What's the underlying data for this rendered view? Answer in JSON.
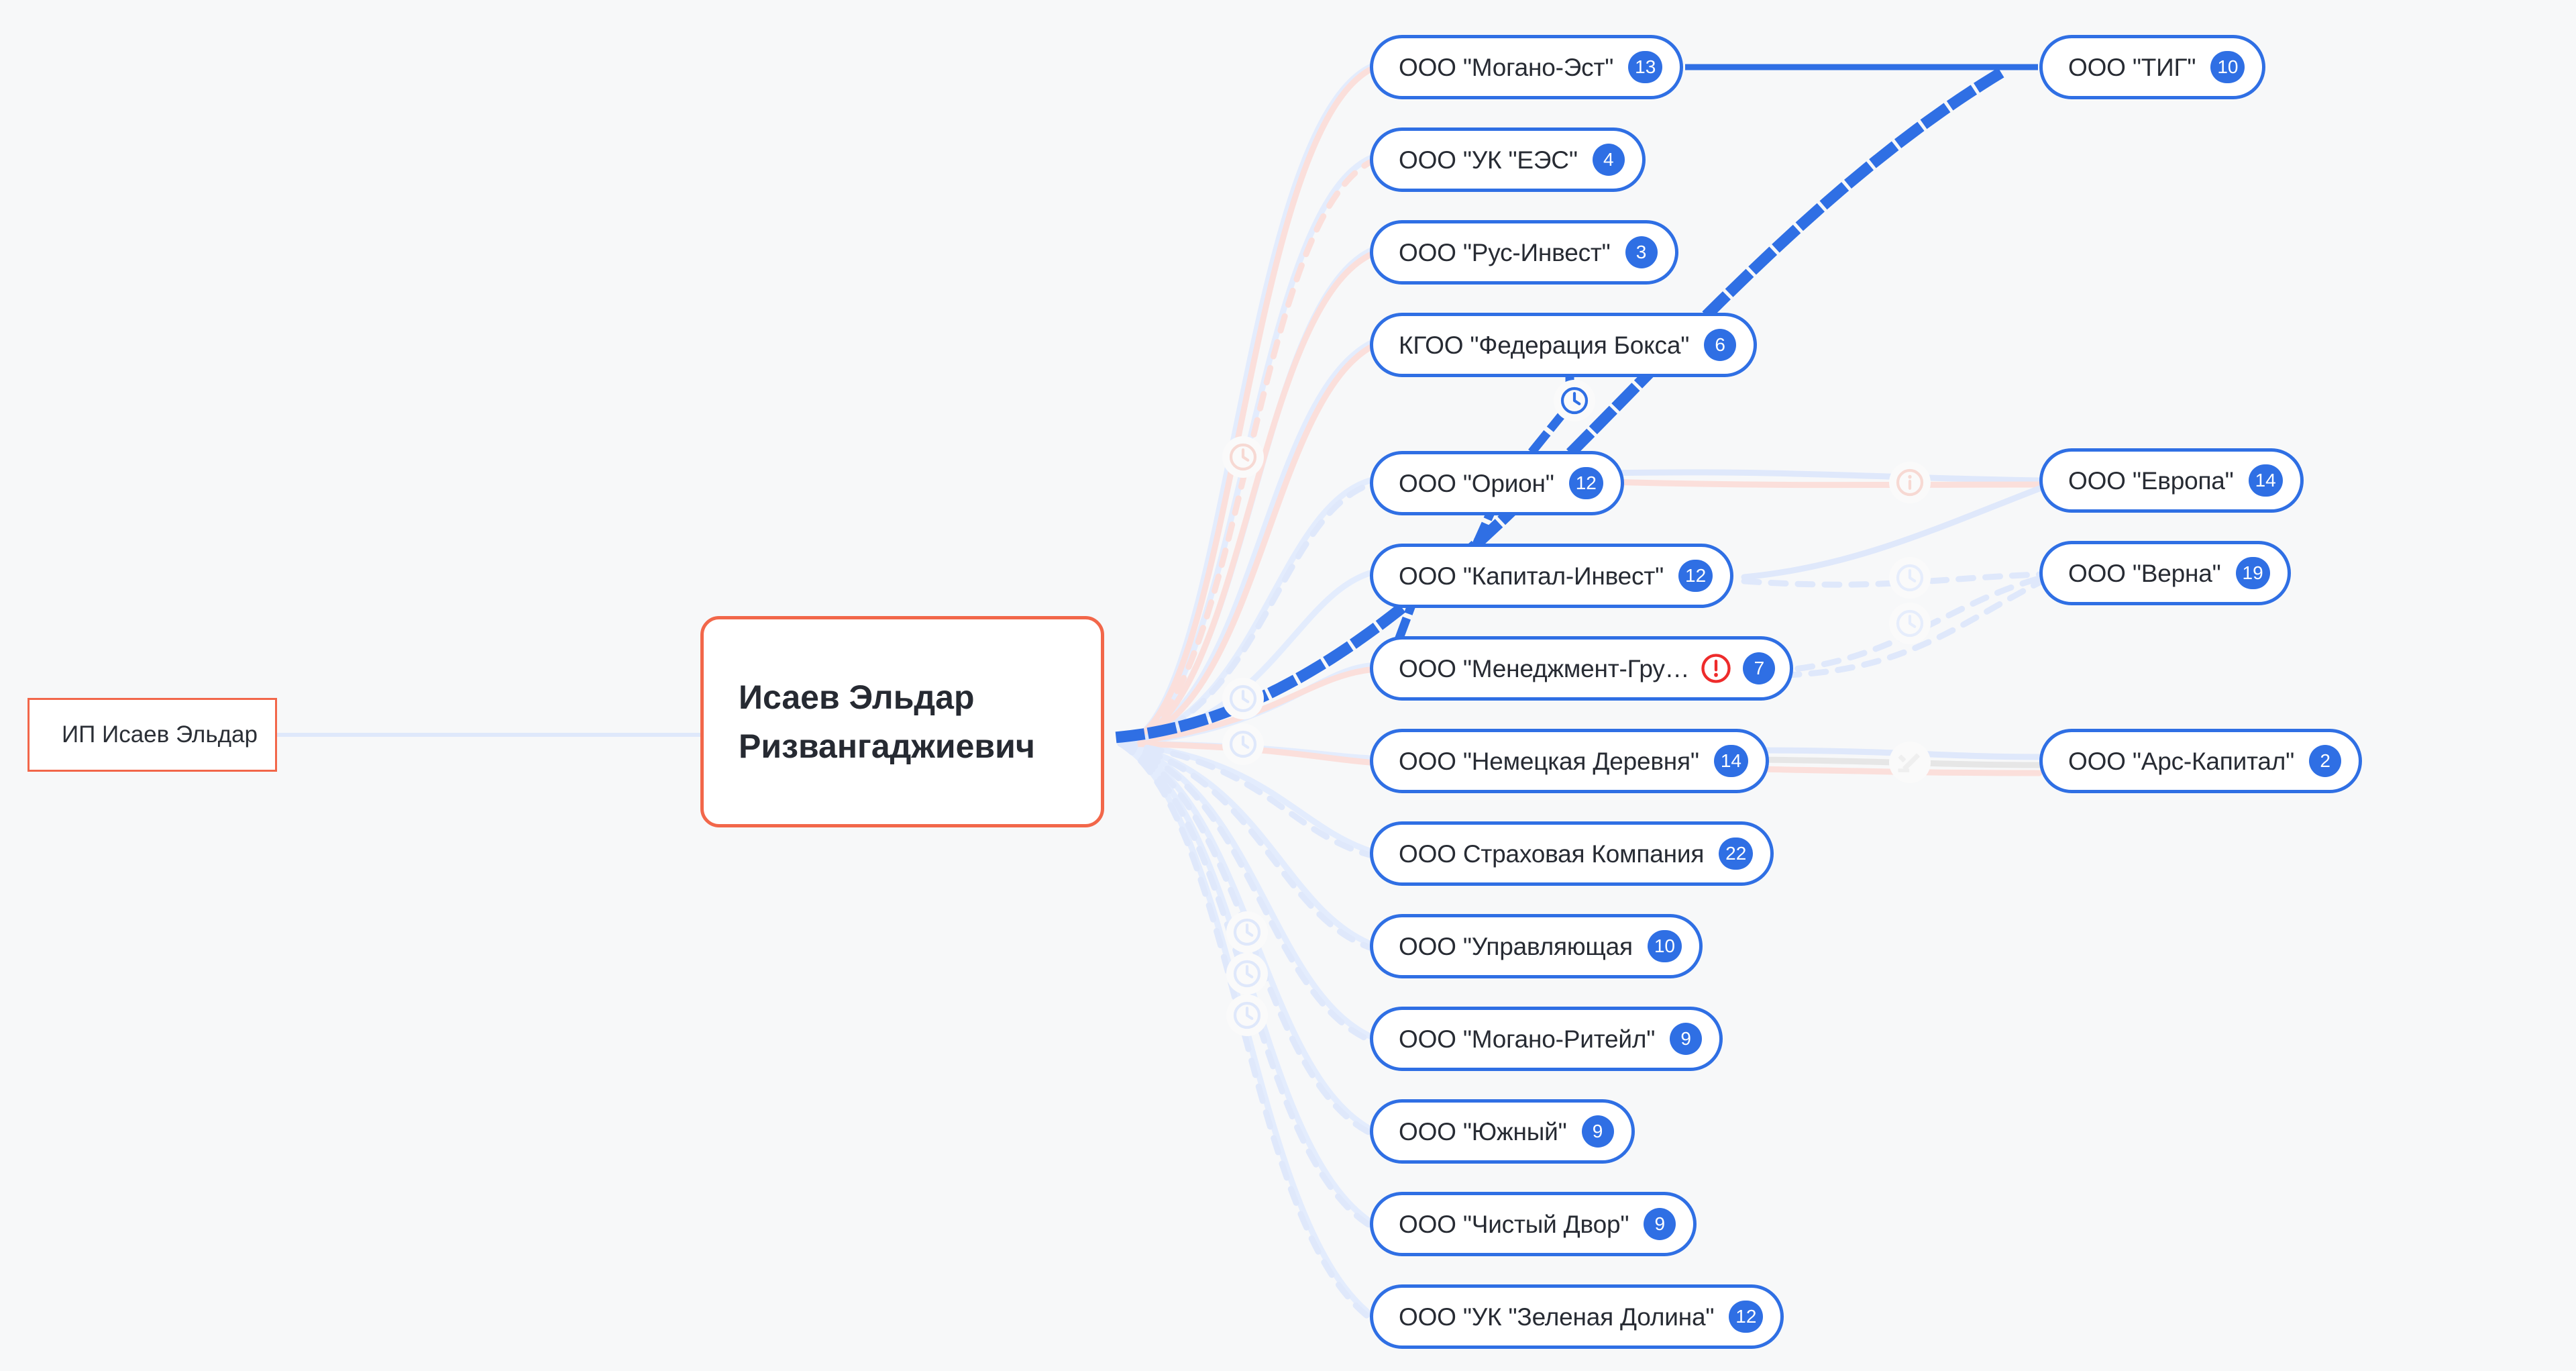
{
  "canvas": {
    "background": "#f7f8f9",
    "accent_blue": "#2f6fe4",
    "accent_orange": "#f2674a",
    "warning_red": "#ee2b2b"
  },
  "root": {
    "id": "person",
    "label": "Исаев Эльдар Ризвангаджиевич",
    "border_color": "#f2674a"
  },
  "left_nodes": [
    {
      "id": "ip-isaev",
      "label": "ИП Исаев Эльдар",
      "border_color": "#f2674a"
    }
  ],
  "middle_nodes": [
    {
      "id": "mogano-est",
      "label": "ООО \"Могано-Эст\"",
      "badge": "13"
    },
    {
      "id": "uk-ees",
      "label": "ООО \"УК \"ЕЭС\"",
      "badge": "4"
    },
    {
      "id": "rus-invest",
      "label": "ООО \"Рус-Инвест\"",
      "badge": "3"
    },
    {
      "id": "federaciya-boksa",
      "label": "КГОО \"Федерация Бокса\"",
      "badge": "6"
    },
    {
      "id": "orion",
      "label": "ООО \"Орион\"",
      "badge": "12"
    },
    {
      "id": "kapital-invest",
      "label": "ООО \"Капитал-Инвест\"",
      "badge": "12"
    },
    {
      "id": "menedzhment-gru",
      "label": "ООО \"Менеджмент-Гру…",
      "badge": "7",
      "warning": true
    },
    {
      "id": "nemeckaya-derevnya",
      "label": "ООО \"Немецкая Деревня\"",
      "badge": "14"
    },
    {
      "id": "strahovaya",
      "label": "ООО Страховая Компания",
      "badge": "22"
    },
    {
      "id": "upravlyayushchaya",
      "label": "ООО \"Управляющая",
      "badge": "10"
    },
    {
      "id": "mogano-riteyl",
      "label": "ООО \"Могано-Ритейл\"",
      "badge": "9"
    },
    {
      "id": "yuzhnyy",
      "label": "ООО \"Южный\"",
      "badge": "9"
    },
    {
      "id": "chistyy-dvor",
      "label": "ООО \"Чистый Двор\"",
      "badge": "9"
    },
    {
      "id": "zelenaya-dolina",
      "label": "ООО \"УК \"Зеленая Долина\"",
      "badge": "12"
    }
  ],
  "right_nodes": [
    {
      "id": "tig",
      "label": "ООО \"ТИГ\"",
      "badge": "10"
    },
    {
      "id": "evropa",
      "label": "ООО \"Европа\"",
      "badge": "14"
    },
    {
      "id": "verna",
      "label": "ООО \"Верна\"",
      "badge": "19"
    },
    {
      "id": "ars-kapital",
      "label": "ООО \"Арс-Капитал\"",
      "badge": "2"
    }
  ],
  "edge_icons": [
    {
      "id": "clock-boksa",
      "icon": "clock-icon",
      "state": "active"
    },
    {
      "id": "clock-hub-red",
      "icon": "clock-icon",
      "state": "muted-red"
    },
    {
      "id": "clock-hub-1",
      "icon": "clock-icon",
      "state": "muted-blue"
    },
    {
      "id": "clock-hub-2",
      "icon": "clock-icon",
      "state": "muted-blue"
    },
    {
      "id": "clock-hub-3",
      "icon": "clock-icon",
      "state": "muted-blue"
    },
    {
      "id": "clock-hub-4",
      "icon": "clock-icon",
      "state": "muted-blue"
    },
    {
      "id": "clock-hub-5",
      "icon": "clock-icon",
      "state": "muted-blue"
    },
    {
      "id": "info-evropa",
      "icon": "info-icon",
      "state": "muted-red"
    },
    {
      "id": "clock-verna",
      "icon": "clock-icon",
      "state": "muted-blue"
    },
    {
      "id": "clock-verna-2",
      "icon": "clock-icon",
      "state": "muted-blue"
    },
    {
      "id": "gavel-ars",
      "icon": "gavel-icon",
      "state": "muted-gray"
    }
  ]
}
